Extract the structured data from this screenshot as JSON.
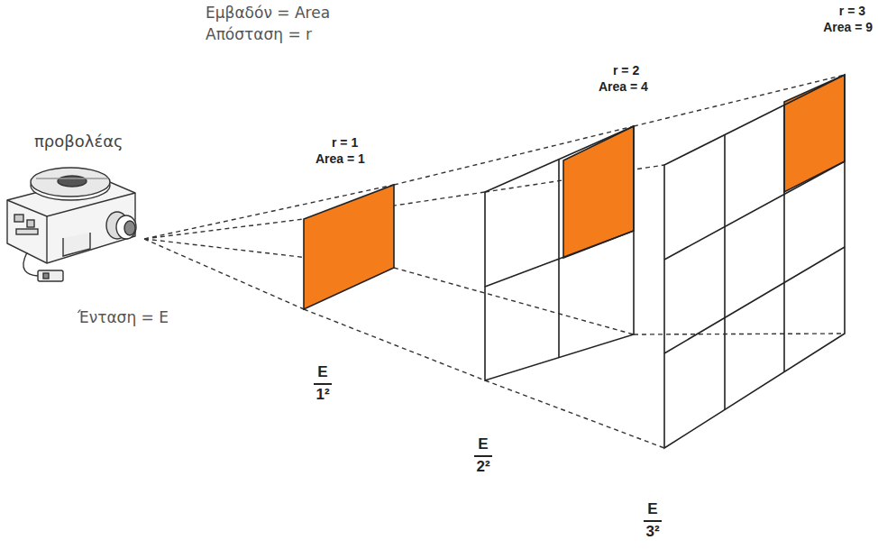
{
  "diagram": {
    "labels": [
      "Εμβαδόν = Area",
      "Απόσταση = r",
      "προβολέας",
      "Ένταση = E",
      "r = 1",
      "Area = 1",
      "r = 2",
      "Area = 4",
      "r = 3",
      "Area = 9",
      "E",
      "1²",
      "E",
      "2²",
      "E",
      "3²"
    ]
  }
}
